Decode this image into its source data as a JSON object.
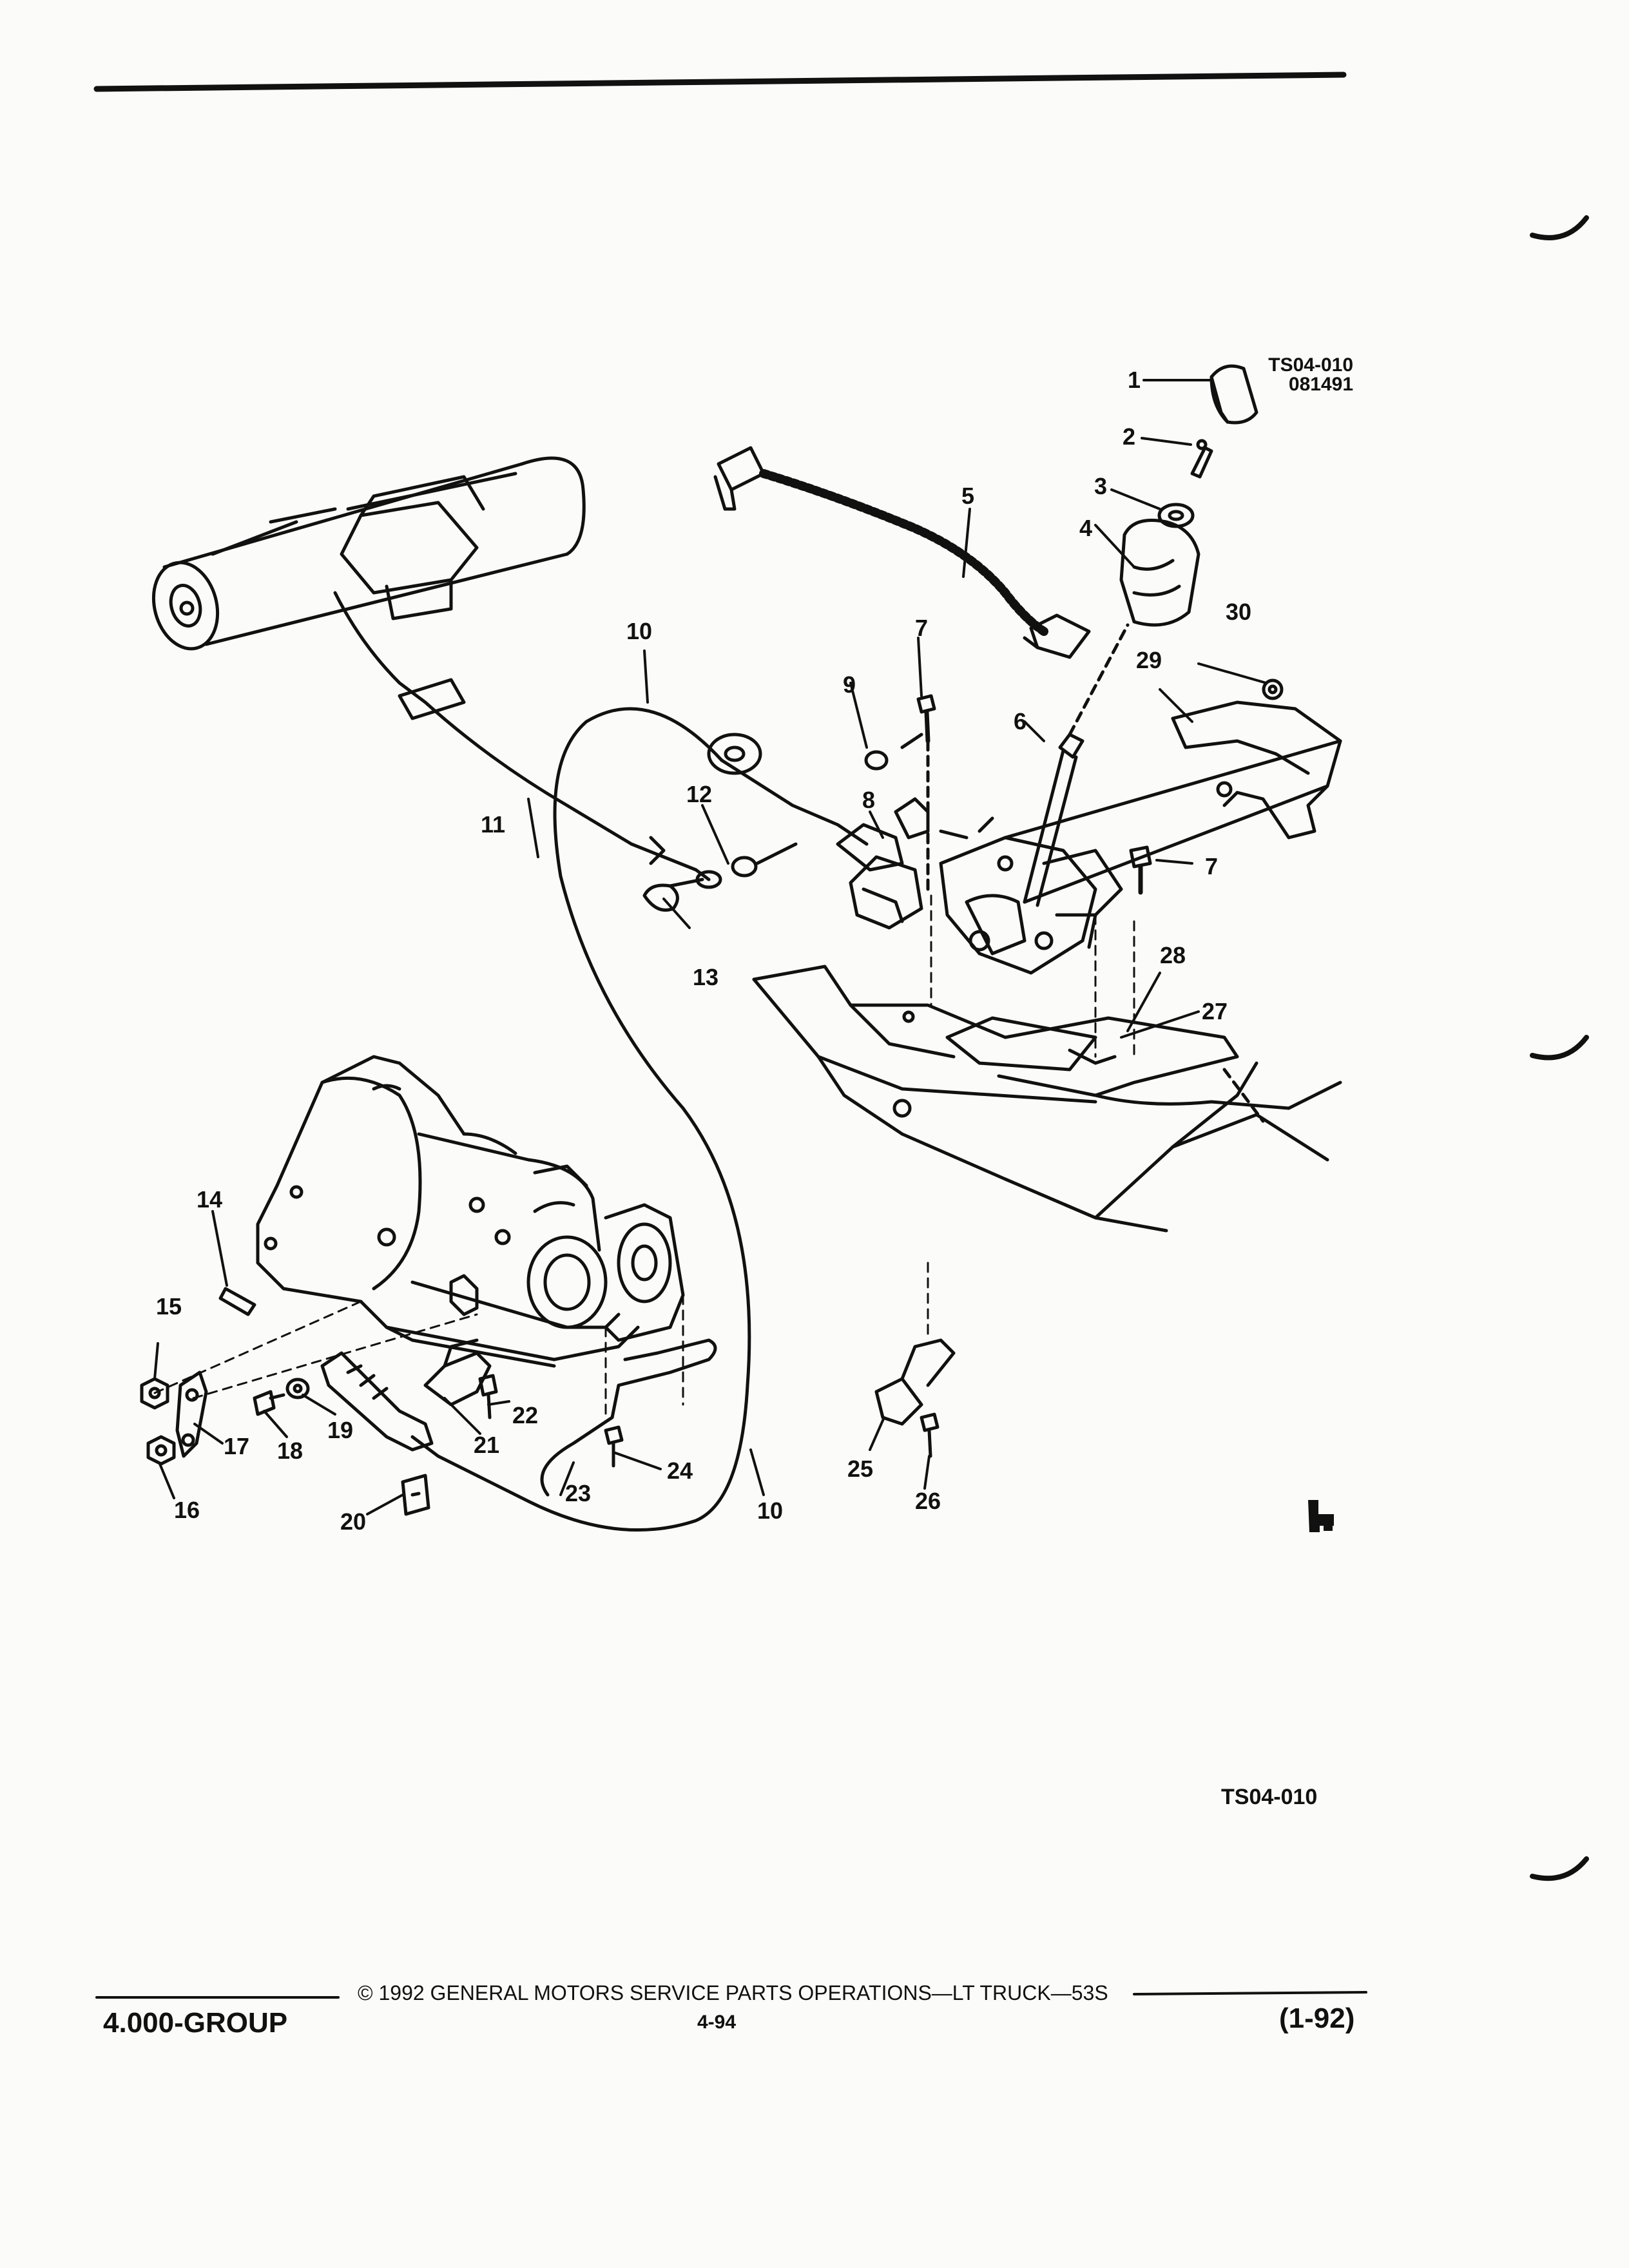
{
  "drawing": {
    "code_top": "TS04-010",
    "date_code": "081491",
    "code_bottom": "TS04-010"
  },
  "callouts": [
    "1",
    "2",
    "3",
    "4",
    "5",
    "6",
    "7",
    "7",
    "8",
    "9",
    "10",
    "10",
    "11",
    "12",
    "13",
    "14",
    "15",
    "16",
    "17",
    "18",
    "19",
    "20",
    "21",
    "22",
    "23",
    "24",
    "25",
    "26",
    "27",
    "28",
    "29",
    "30"
  ],
  "footer": {
    "copyright_line": "© 1992 GENERAL MOTORS SERVICE PARTS OPERATIONS—LT TRUCK—53S",
    "group": "4.000-GROUP",
    "page_number": "4-94",
    "revision": "(1-92)"
  },
  "logo": "GM service parts mark"
}
